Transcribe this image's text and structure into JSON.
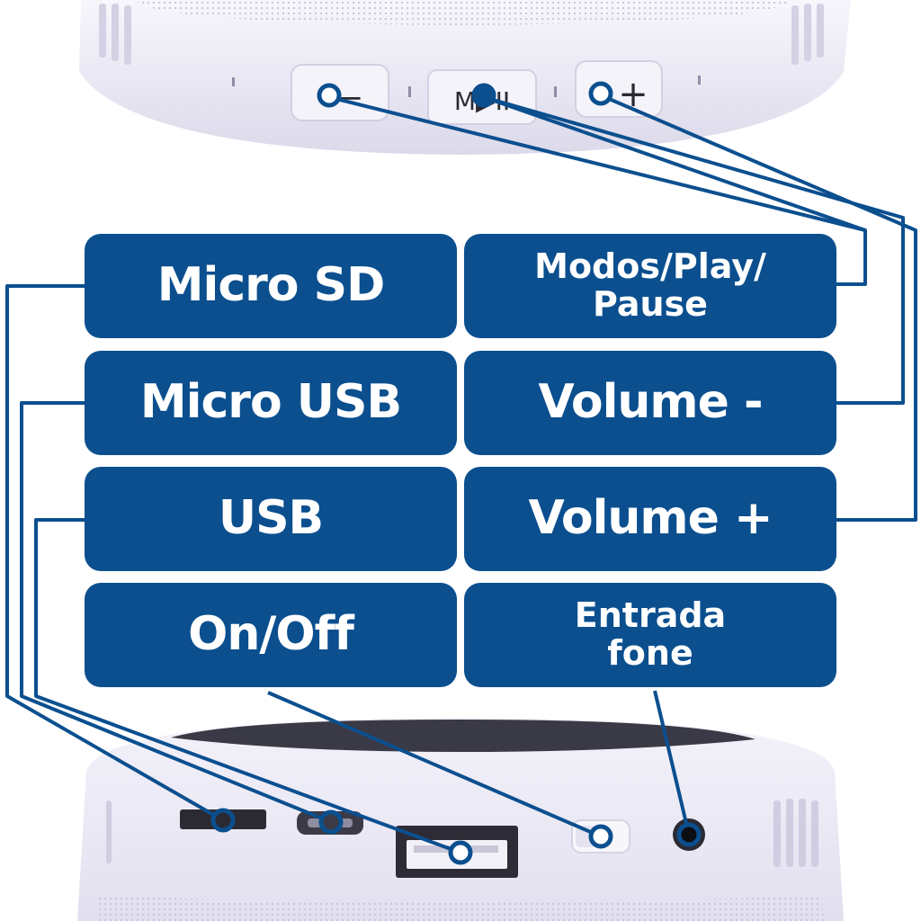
{
  "colors": {
    "accent": "#0b4f8f",
    "label_text": "#ffffff",
    "speaker_body": "#ecebf6",
    "speaker_shadow": "#c9c7dc",
    "grille": "#d6d4e6"
  },
  "top_buttons": [
    {
      "name": "volume-down-button",
      "glyph": "−"
    },
    {
      "name": "mode-play-pause-button",
      "glyph": "M▶II"
    },
    {
      "name": "volume-up-button",
      "glyph": "+"
    }
  ],
  "labels": {
    "micro_sd": "Micro SD",
    "modos_play_pause": [
      "Modos/Play/",
      "Pause"
    ],
    "micro_usb": "Micro USB",
    "volume_minus": "Volume -",
    "usb": "USB",
    "volume_plus": "Volume +",
    "on_off": "On/Off",
    "entrada_fone": [
      "Entrada",
      "fone"
    ]
  },
  "ports": [
    {
      "name": "micro-sd-slot"
    },
    {
      "name": "micro-usb-port"
    },
    {
      "name": "usb-port"
    },
    {
      "name": "power-switch"
    },
    {
      "name": "headphone-jack"
    }
  ]
}
